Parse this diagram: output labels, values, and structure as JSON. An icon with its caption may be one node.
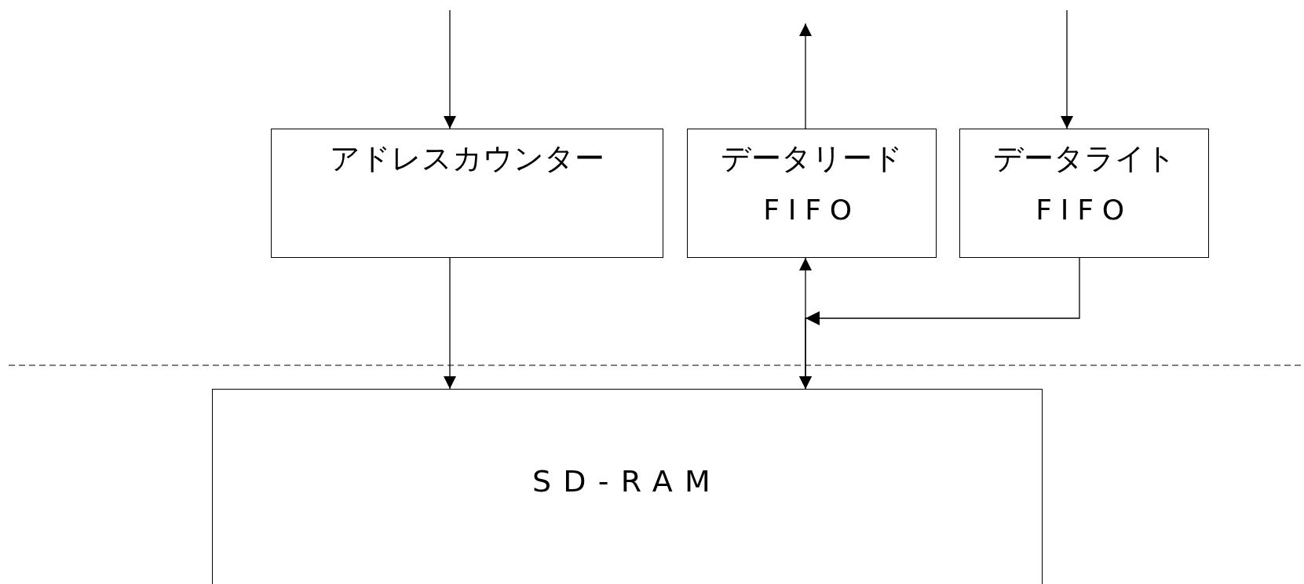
{
  "diagram": {
    "nodes": [
      {
        "text": [
          "アドレスカウンター"
        ]
      },
      {
        "text": [
          "データリード",
          "FIFO"
        ]
      },
      {
        "text": [
          "データライト",
          "FIFO"
        ]
      },
      {
        "text": [
          "SD-RAM"
        ]
      }
    ],
    "edges": [
      {
        "from": null,
        "to": 0,
        "arrow": "to"
      },
      {
        "from": 1,
        "to": null,
        "arrow": "to"
      },
      {
        "from": null,
        "to": 2,
        "arrow": "to"
      },
      {
        "from": 0,
        "to": 3,
        "arrow": "to"
      },
      {
        "from": 1,
        "to": 3,
        "arrow": "both"
      },
      {
        "from": 2,
        "to": 3,
        "arrow": "to"
      }
    ]
  }
}
